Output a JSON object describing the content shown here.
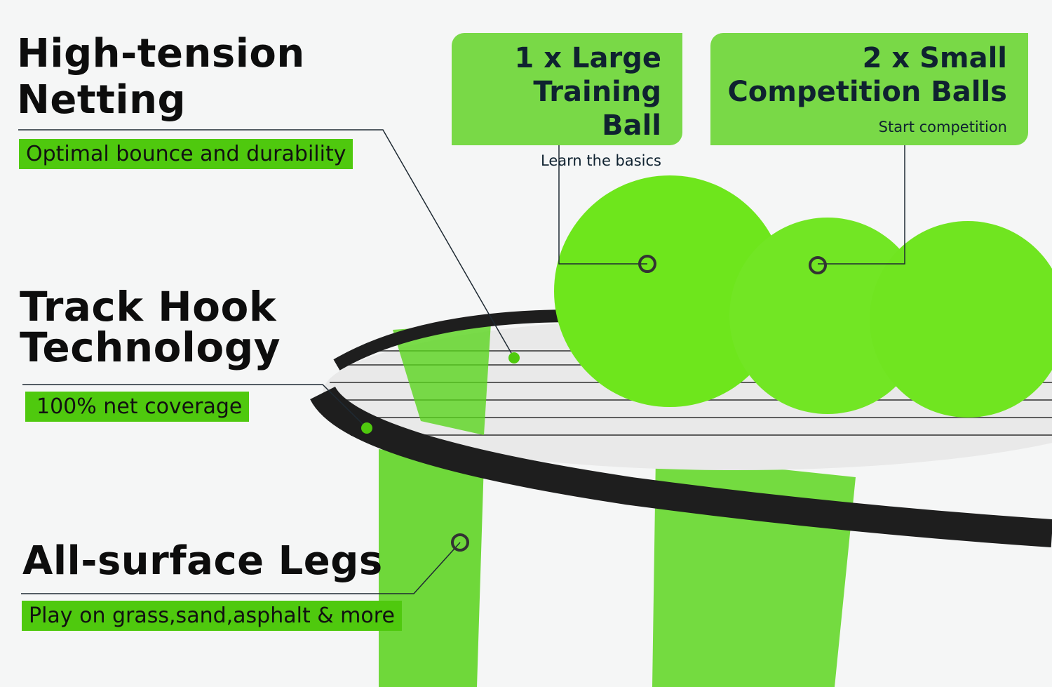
{
  "features": [
    {
      "title_lines": [
        "High-tension",
        "Netting"
      ],
      "tag": "Optimal bounce and durability"
    },
    {
      "title_lines": [
        "Track Hook",
        "Technology"
      ],
      "tag": "100% net coverage"
    },
    {
      "title_lines": [
        "All-surface Legs"
      ],
      "tag": "Play on grass,sand,asphalt & more"
    }
  ],
  "cards": [
    {
      "title_lines": [
        "1 x Large",
        "Training Ball"
      ],
      "subtitle": "Learn the basics"
    },
    {
      "title_lines": [
        "2 x Small",
        "Competition Balls"
      ],
      "subtitle": "Start competition"
    }
  ],
  "colors": {
    "accent": "#4fc90e",
    "card": "#79d947",
    "ball": "#6ee61c",
    "frame": "#1e1e1e"
  }
}
